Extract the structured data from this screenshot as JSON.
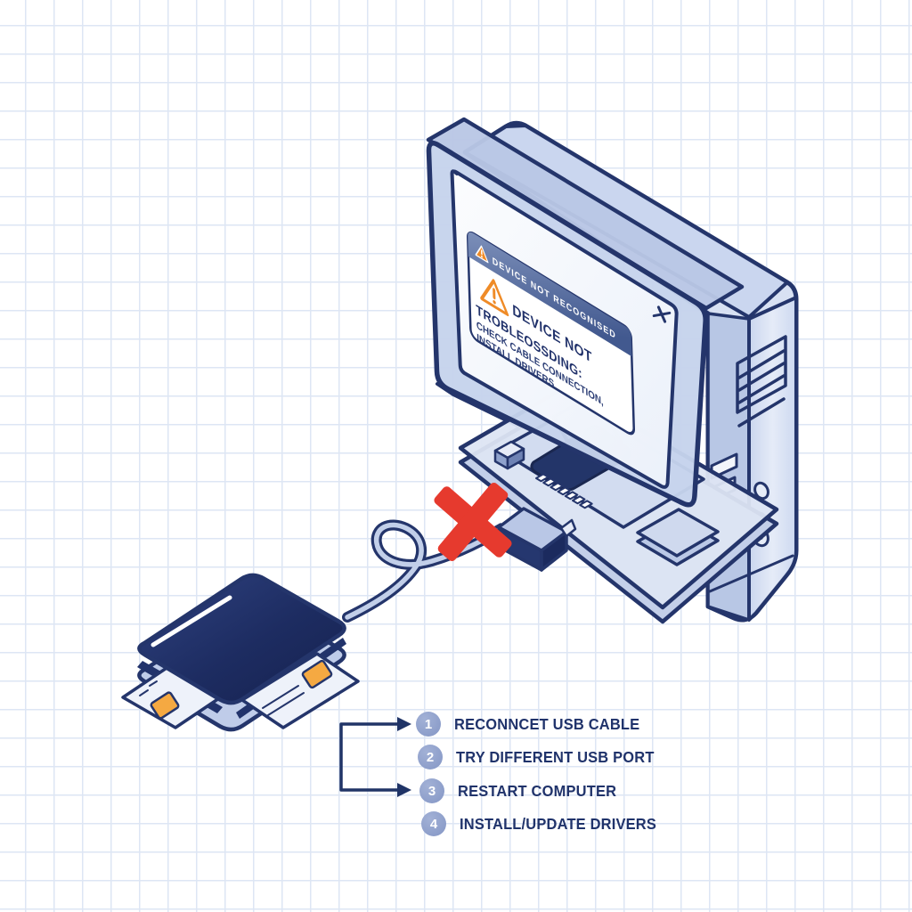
{
  "dialog": {
    "title": "DEVICE NOT RECOGNISED",
    "heading": "DEVICE NOT",
    "subheading": "TROBLEOSSDING:",
    "body_line1": "CHECK CABLE CONNECTION,",
    "body_line2": "INSTALL DRIVERS"
  },
  "steps": {
    "items": [
      {
        "num": "1",
        "label": "RECONNCET USB CABLE"
      },
      {
        "num": "2",
        "label": "TRY DIFFERENT USB PORT"
      },
      {
        "num": "3",
        "label": "RESTART COMPUTER"
      },
      {
        "num": "4",
        "label": "INSTALL/UPDATE DRIVERS"
      }
    ]
  },
  "icons": {
    "warning_triangle": "triangle-exclamation",
    "close": "x-cross",
    "disconnect": "red-x-cross"
  },
  "colors": {
    "outline_navy": "#24356b",
    "text_navy": "#20336b",
    "fill_light": "#c6d3ec",
    "fill_lighter": "#dde5f4",
    "device_navy": "#1b2a5e",
    "accent_orange": "#ef8b27",
    "chip_orange": "#f5a942",
    "error_red": "#e63a2e",
    "step_circle_blue": "#8d9fca",
    "titlebar_blue": "#51699f",
    "grid_line": "#dde6f4"
  }
}
